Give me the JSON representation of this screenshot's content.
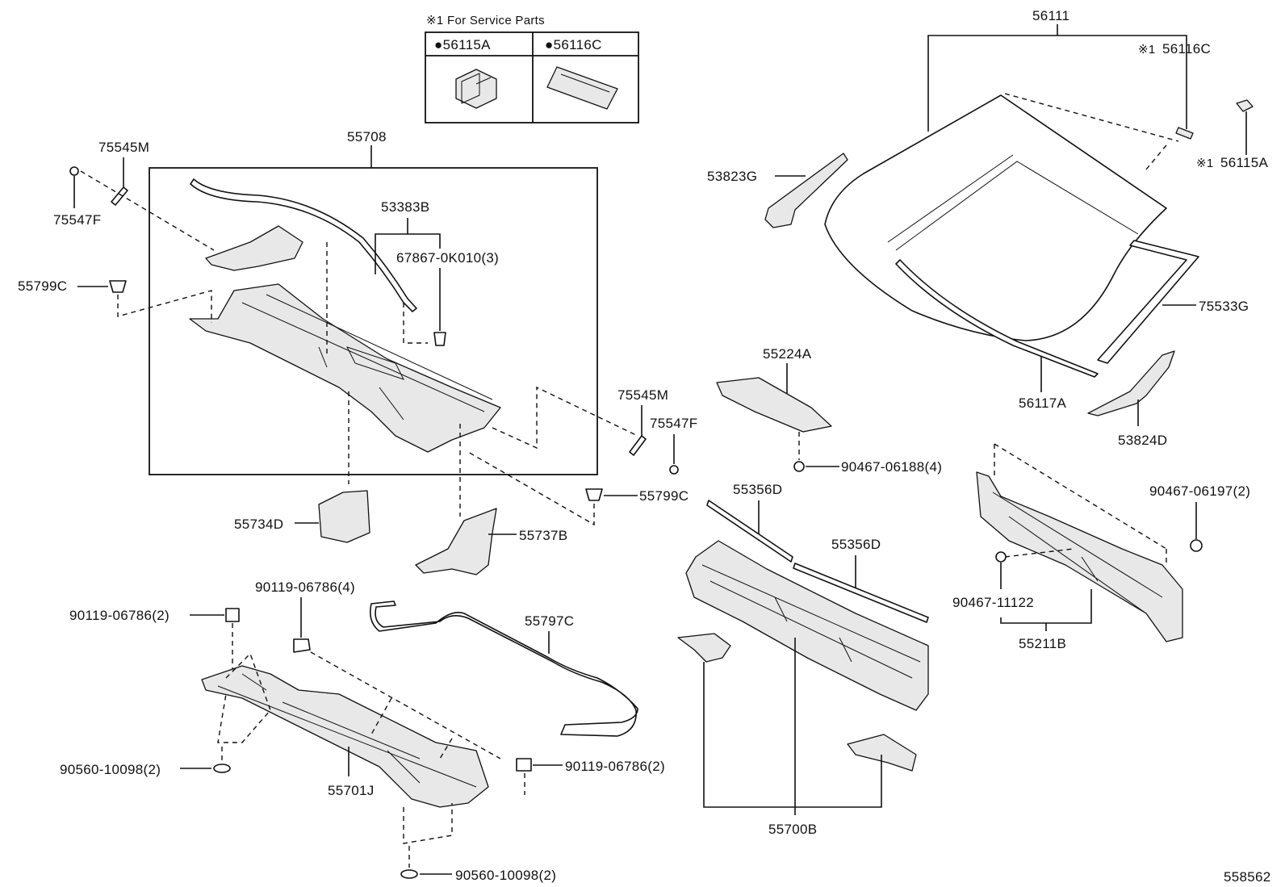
{
  "service_note": {
    "title": "※1 For Service Parts",
    "cells": [
      "●56115A",
      "●56116C"
    ]
  },
  "labels": {
    "p56111": "56111",
    "p56116C_top": "56116C",
    "p56116C_mark": "※1",
    "p56115A_right": "56115A",
    "p56115A_mark": "※1",
    "p53823G": "53823G",
    "p75533G": "75533G",
    "p56117A": "56117A",
    "p53824D": "53824D",
    "p55224A": "55224A",
    "p90467_06188": "90467-06188(4)",
    "p90467_06197": "90467-06197(2)",
    "p90467_11122": "90467-11122",
    "p55211B": "55211B",
    "p55356D_a": "55356D",
    "p55356D_b": "55356D",
    "p55700B": "55700B",
    "p55708": "55708",
    "p75545M_left": "75545M",
    "p75547F_left": "75547F",
    "p55799C_left": "55799C",
    "p53383B": "53383B",
    "p67867": "67867-0K010(3)",
    "p75545M_right": "75545M",
    "p75547F_right": "75547F",
    "p55799C_right": "55799C",
    "p55734D": "55734D",
    "p55737B": "55737B",
    "p90119_06786_4": "90119-06786(4)",
    "p90119_06786_2a": "90119-06786(2)",
    "p55797C": "55797C",
    "p90560_10098_2a": "90560-10098(2)",
    "p55701J": "55701J",
    "p90119_06786_2b": "90119-06786(2)",
    "p90560_10098_2b": "90560-10098(2)",
    "diagram_id": "558562"
  }
}
